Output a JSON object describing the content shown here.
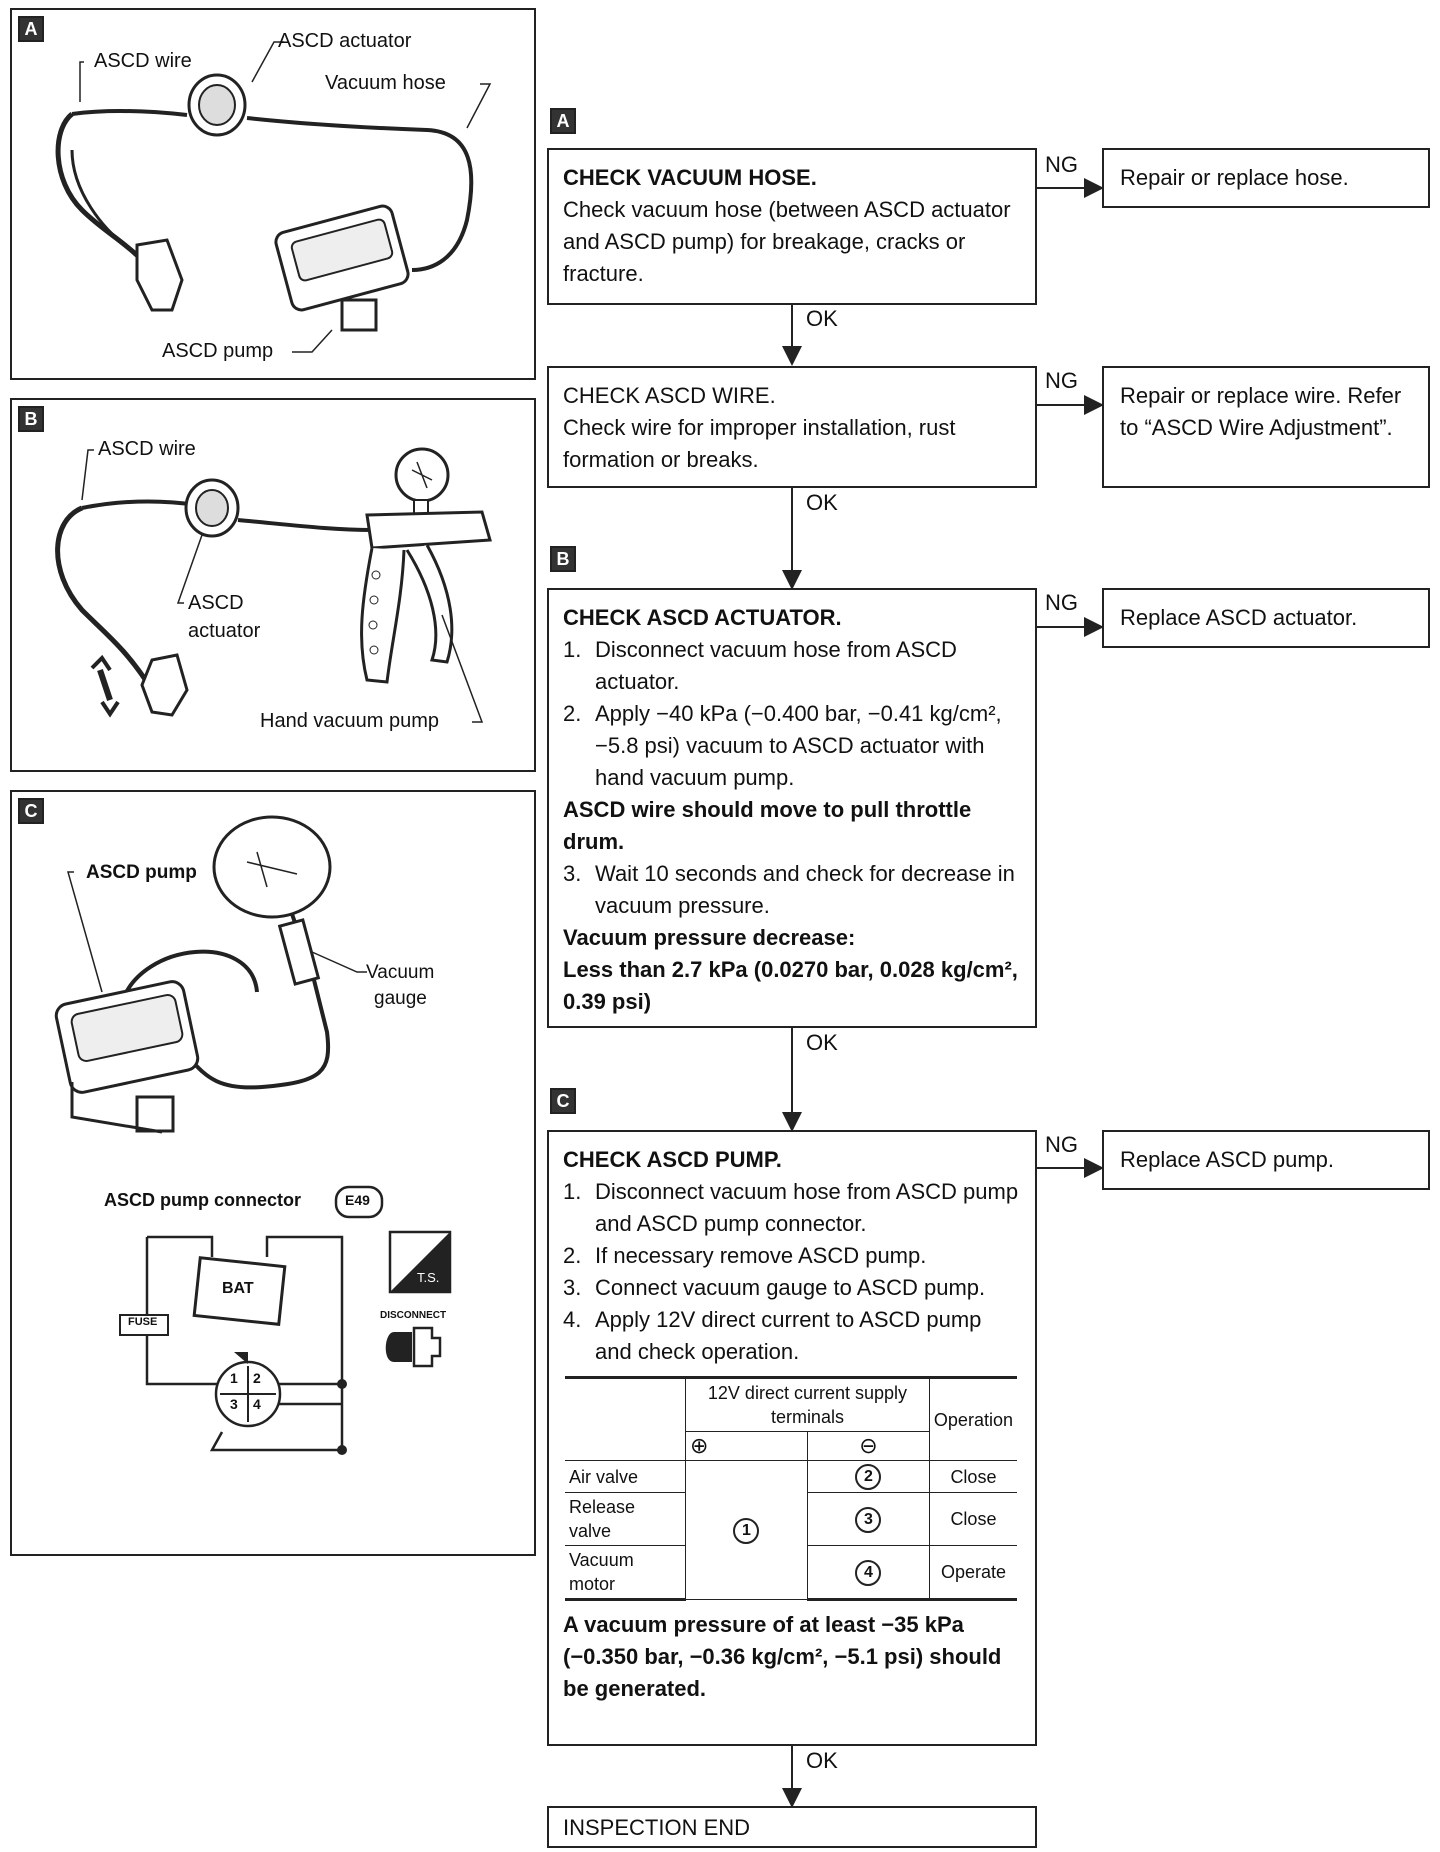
{
  "panels": {
    "a": {
      "tag": "A",
      "labels": {
        "wire": "ASCD wire",
        "actuator": "ASCD actuator",
        "hose": "Vacuum hose",
        "pump": "ASCD pump"
      }
    },
    "b": {
      "tag": "B",
      "labels": {
        "wire": "ASCD wire",
        "actuator_line1": "ASCD",
        "actuator_line2": "actuator",
        "pump": "Hand vacuum pump"
      }
    },
    "c": {
      "tag": "C",
      "labels": {
        "pump": "ASCD pump",
        "gauge_line1": "Vacuum",
        "gauge_line2": "gauge",
        "connector": "ASCD pump connector",
        "connector_code": "E49",
        "fuse": "FUSE",
        "bat": "BAT",
        "ts": "T.S.",
        "disconnect": "DISCONNECT",
        "pin1": "1",
        "pin2": "2",
        "pin3": "3",
        "pin4": "4"
      }
    }
  },
  "flow": {
    "tags": {
      "a": "A",
      "b": "B",
      "c": "C"
    },
    "ng": "NG",
    "ok": "OK",
    "step1": {
      "title": "CHECK VACUUM HOSE.",
      "body": "Check vacuum hose (between ASCD actuator and ASCD pump) for breakage, cracks or fracture.",
      "result": "Repair or replace hose."
    },
    "step2": {
      "title": "CHECK ASCD WIRE.",
      "body": "Check wire for improper installation, rust formation or breaks.",
      "result": "Repair or replace wire. Refer to “ASCD Wire Adjustment”."
    },
    "step3": {
      "title": "CHECK ASCD ACTUATOR.",
      "items": [
        {
          "n": "1.",
          "t": "Disconnect vacuum hose from ASCD actuator."
        },
        {
          "n": "2.",
          "t": "Apply −40 kPa (−0.400 bar, −0.41 kg/cm², −5.8 psi) vacuum to ASCD actuator with hand vacuum pump."
        }
      ],
      "note": "ASCD wire should move to pull throttle drum.",
      "item3": {
        "n": "3.",
        "t": "Wait 10 seconds and check for decrease in vacuum pressure."
      },
      "spec_title": "Vacuum pressure decrease:",
      "spec_value": "Less than 2.7 kPa (0.0270 bar, 0.028 kg/cm², 0.39 psi)",
      "result": "Replace ASCD actuator."
    },
    "step4": {
      "title": "CHECK ASCD PUMP.",
      "items": [
        {
          "n": "1.",
          "t": "Disconnect vacuum hose from ASCD pump and ASCD pump connector."
        },
        {
          "n": "2.",
          "t": "If necessary remove ASCD pump."
        },
        {
          "n": "3.",
          "t": "Connect vacuum gauge to ASCD pump."
        },
        {
          "n": "4.",
          "t": "Apply 12V direct current to ASCD pump and check operation."
        }
      ],
      "table": {
        "header_supply": "12V direct current supply terminals",
        "header_op": "Operation",
        "plus": "⊕",
        "minus": "⊖",
        "common_plus": "1",
        "rows": [
          {
            "name": "Air valve",
            "minus": "2",
            "op": "Close"
          },
          {
            "name": "Release valve",
            "minus": "3",
            "op": "Close"
          },
          {
            "name": "Vacuum motor",
            "minus": "4",
            "op": "Operate"
          }
        ]
      },
      "note": "A vacuum pressure of at least −35 kPa (−0.350 bar, −0.36 kg/cm², −5.1 psi) should be generated.",
      "result": "Replace ASCD pump."
    },
    "end": "INSPECTION END"
  }
}
